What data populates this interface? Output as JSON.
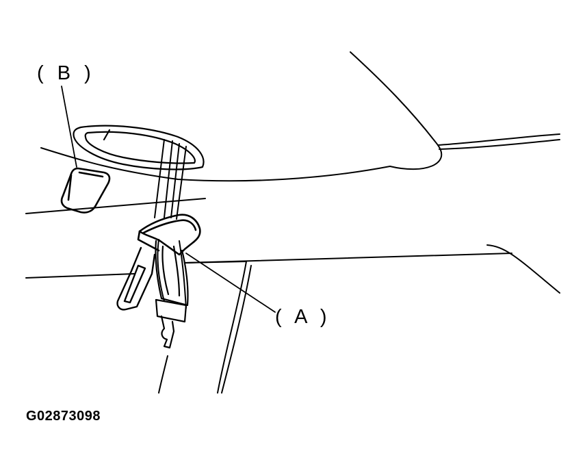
{
  "labels": {
    "a": "( A )",
    "b": "( B )"
  },
  "figure_id": "G02873098",
  "colors": {
    "line": "#000000",
    "background": "#ffffff"
  }
}
